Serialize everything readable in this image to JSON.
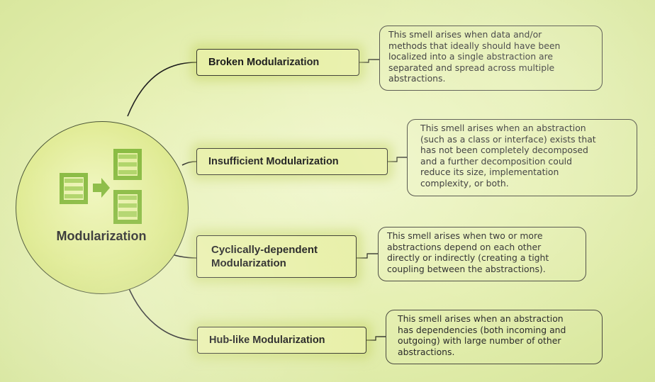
{
  "central": {
    "title": "Modularization",
    "icon": "modules-arrow-icon"
  },
  "colors": {
    "node_fill": "#e8f0a8",
    "hub_fill": "#dde98a",
    "icon_green": "#7fb531",
    "line": "#1a1a1a"
  },
  "branches": [
    {
      "title_lines": [
        "Broken Modularization"
      ],
      "description_lines": [
        "This smell arises when data and/or",
        "methods that ideally should have been",
        "localized into a single abstraction are",
        "separated and spread across multiple",
        "abstractions."
      ]
    },
    {
      "title_lines": [
        "Insufficient Modularization"
      ],
      "description_lines": [
        "This smell arises when an abstraction",
        "(such as a class or interface) exists that",
        "has not been completely decomposed",
        "and a further decomposition could",
        "reduce its size, implementation",
        "complexity, or both."
      ]
    },
    {
      "title_lines": [
        "Cyclically-dependent",
        "Modularization"
      ],
      "description_lines": [
        "This smell arises when two or more",
        "abstractions depend on each other",
        "directly or indirectly (creating a tight",
        "coupling between the abstractions)."
      ]
    },
    {
      "title_lines": [
        "Hub-like Modularization"
      ],
      "description_lines": [
        "This smell arises when an abstraction",
        "has dependencies (both incoming and",
        "outgoing) with large number of other",
        "abstractions."
      ]
    }
  ]
}
